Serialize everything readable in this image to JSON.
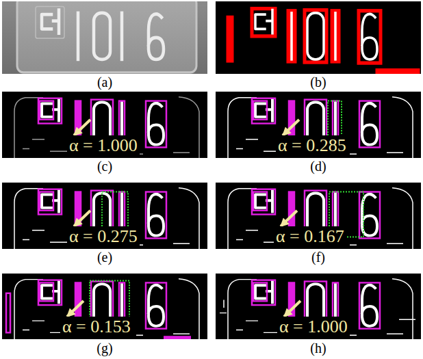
{
  "diagram": {
    "labels": [
      "(a)",
      "(b)",
      "α = 1.000",
      "α = 0.285",
      "(c)",
      "(d)",
      "α = 0.275",
      "α = 0.167",
      "(e)",
      "(f)",
      "α = 0.153",
      "α = 1.000",
      "(g)",
      "(h)"
    ]
  }
}
